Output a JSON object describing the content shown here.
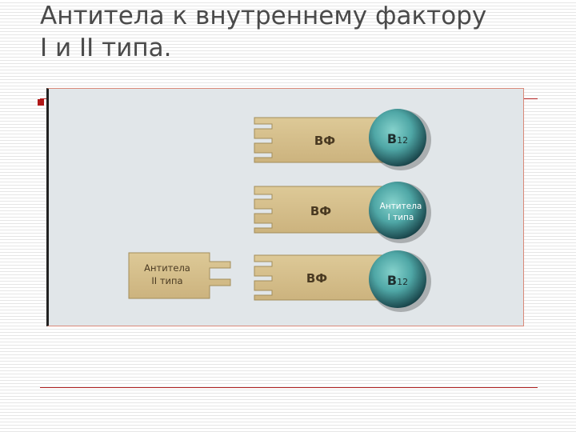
{
  "slide": {
    "title_line1": "Антитела к внутреннему фактору",
    "title_line2": "I и II типа."
  },
  "diagram": {
    "row1": {
      "receptor_label": "ВФ",
      "ball_letter": "В",
      "ball_sub": "12"
    },
    "row2": {
      "receptor_label": "ВФ",
      "ball_line1": "Антитела",
      "ball_line2": "I типа"
    },
    "row3": {
      "receptor_label": "ВФ",
      "ball_letter": "В",
      "ball_sub": "12"
    },
    "antibody2": {
      "line1": "Антитела",
      "line2": "II типа"
    }
  },
  "colors": {
    "block_fill": "#d6c08e",
    "block_stroke": "#a38d5a",
    "ball_center": "#5fb6b2",
    "ball_edge": "#17484d",
    "figure_bg": "#e1e6e9",
    "rule": "#b02020"
  }
}
